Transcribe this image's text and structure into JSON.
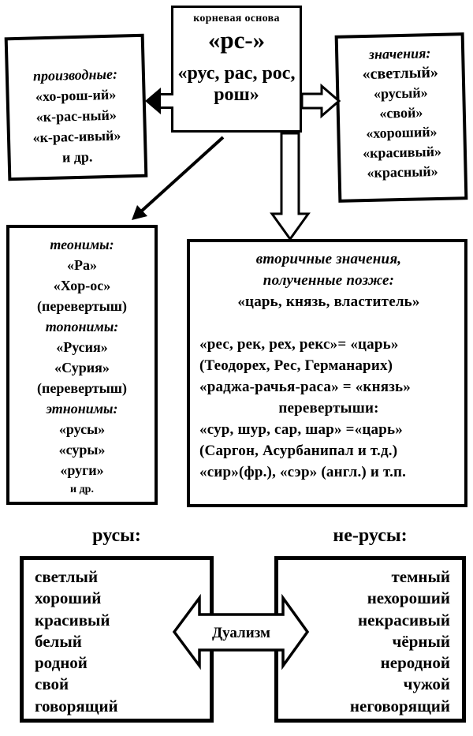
{
  "root_box": {
    "title": "корневая основа",
    "root": "«рс-»",
    "variants": "«рус, рас, рос, рош»"
  },
  "derivatives_box": {
    "title": "производные:",
    "items": [
      "«хо-рош-ий»",
      "«к-рас-ный»",
      "«к-рас-ивый»",
      "и др."
    ]
  },
  "meanings_box": {
    "title": "значения:",
    "items": [
      "«светлый»",
      "«русый»",
      "«свой»",
      "«хороший»",
      "«красивый»",
      "«красный»"
    ]
  },
  "onyms_box": {
    "lines": [
      "теонимы:",
      "«Ра»",
      "«Хор-ос»",
      "(перевертыш)",
      "топонимы:",
      "«Русия»",
      "«Сурия»",
      "(перевертыш)",
      "этнонимы:",
      "«русы»",
      "«суры»",
      "«руги»",
      "и др."
    ]
  },
  "secondary_box": {
    "lines": [
      "вторичные значения,",
      "полученные позже:",
      "«царь, князь, властитель»",
      "",
      "«рес, рек, рех, рекс»= «царь»",
      "(Теодорех, Рес, Германарих)",
      "«раджа-рачья-раса» = «князь»",
      "перевертыши:",
      "«сур, шур, сар, шар» =«царь»",
      "(Саргон, Асурбанипал и т.д.)",
      "«сир»(фр.), «сэр» (англ.) и т.п."
    ]
  },
  "dualism": {
    "label": "Дуализм",
    "left_header": "русы:",
    "right_header": "не-русы:",
    "left_items": [
      "светлый",
      "хороший",
      "красивый",
      "белый",
      "родной",
      "свой",
      "говорящий"
    ],
    "right_items": [
      "темный",
      "нехороший",
      "некрасивый",
      "чёрный",
      "неродной",
      "чужой",
      "неговорящий"
    ]
  },
  "colors": {
    "ink": "#000000",
    "paper": "#ffffff"
  }
}
